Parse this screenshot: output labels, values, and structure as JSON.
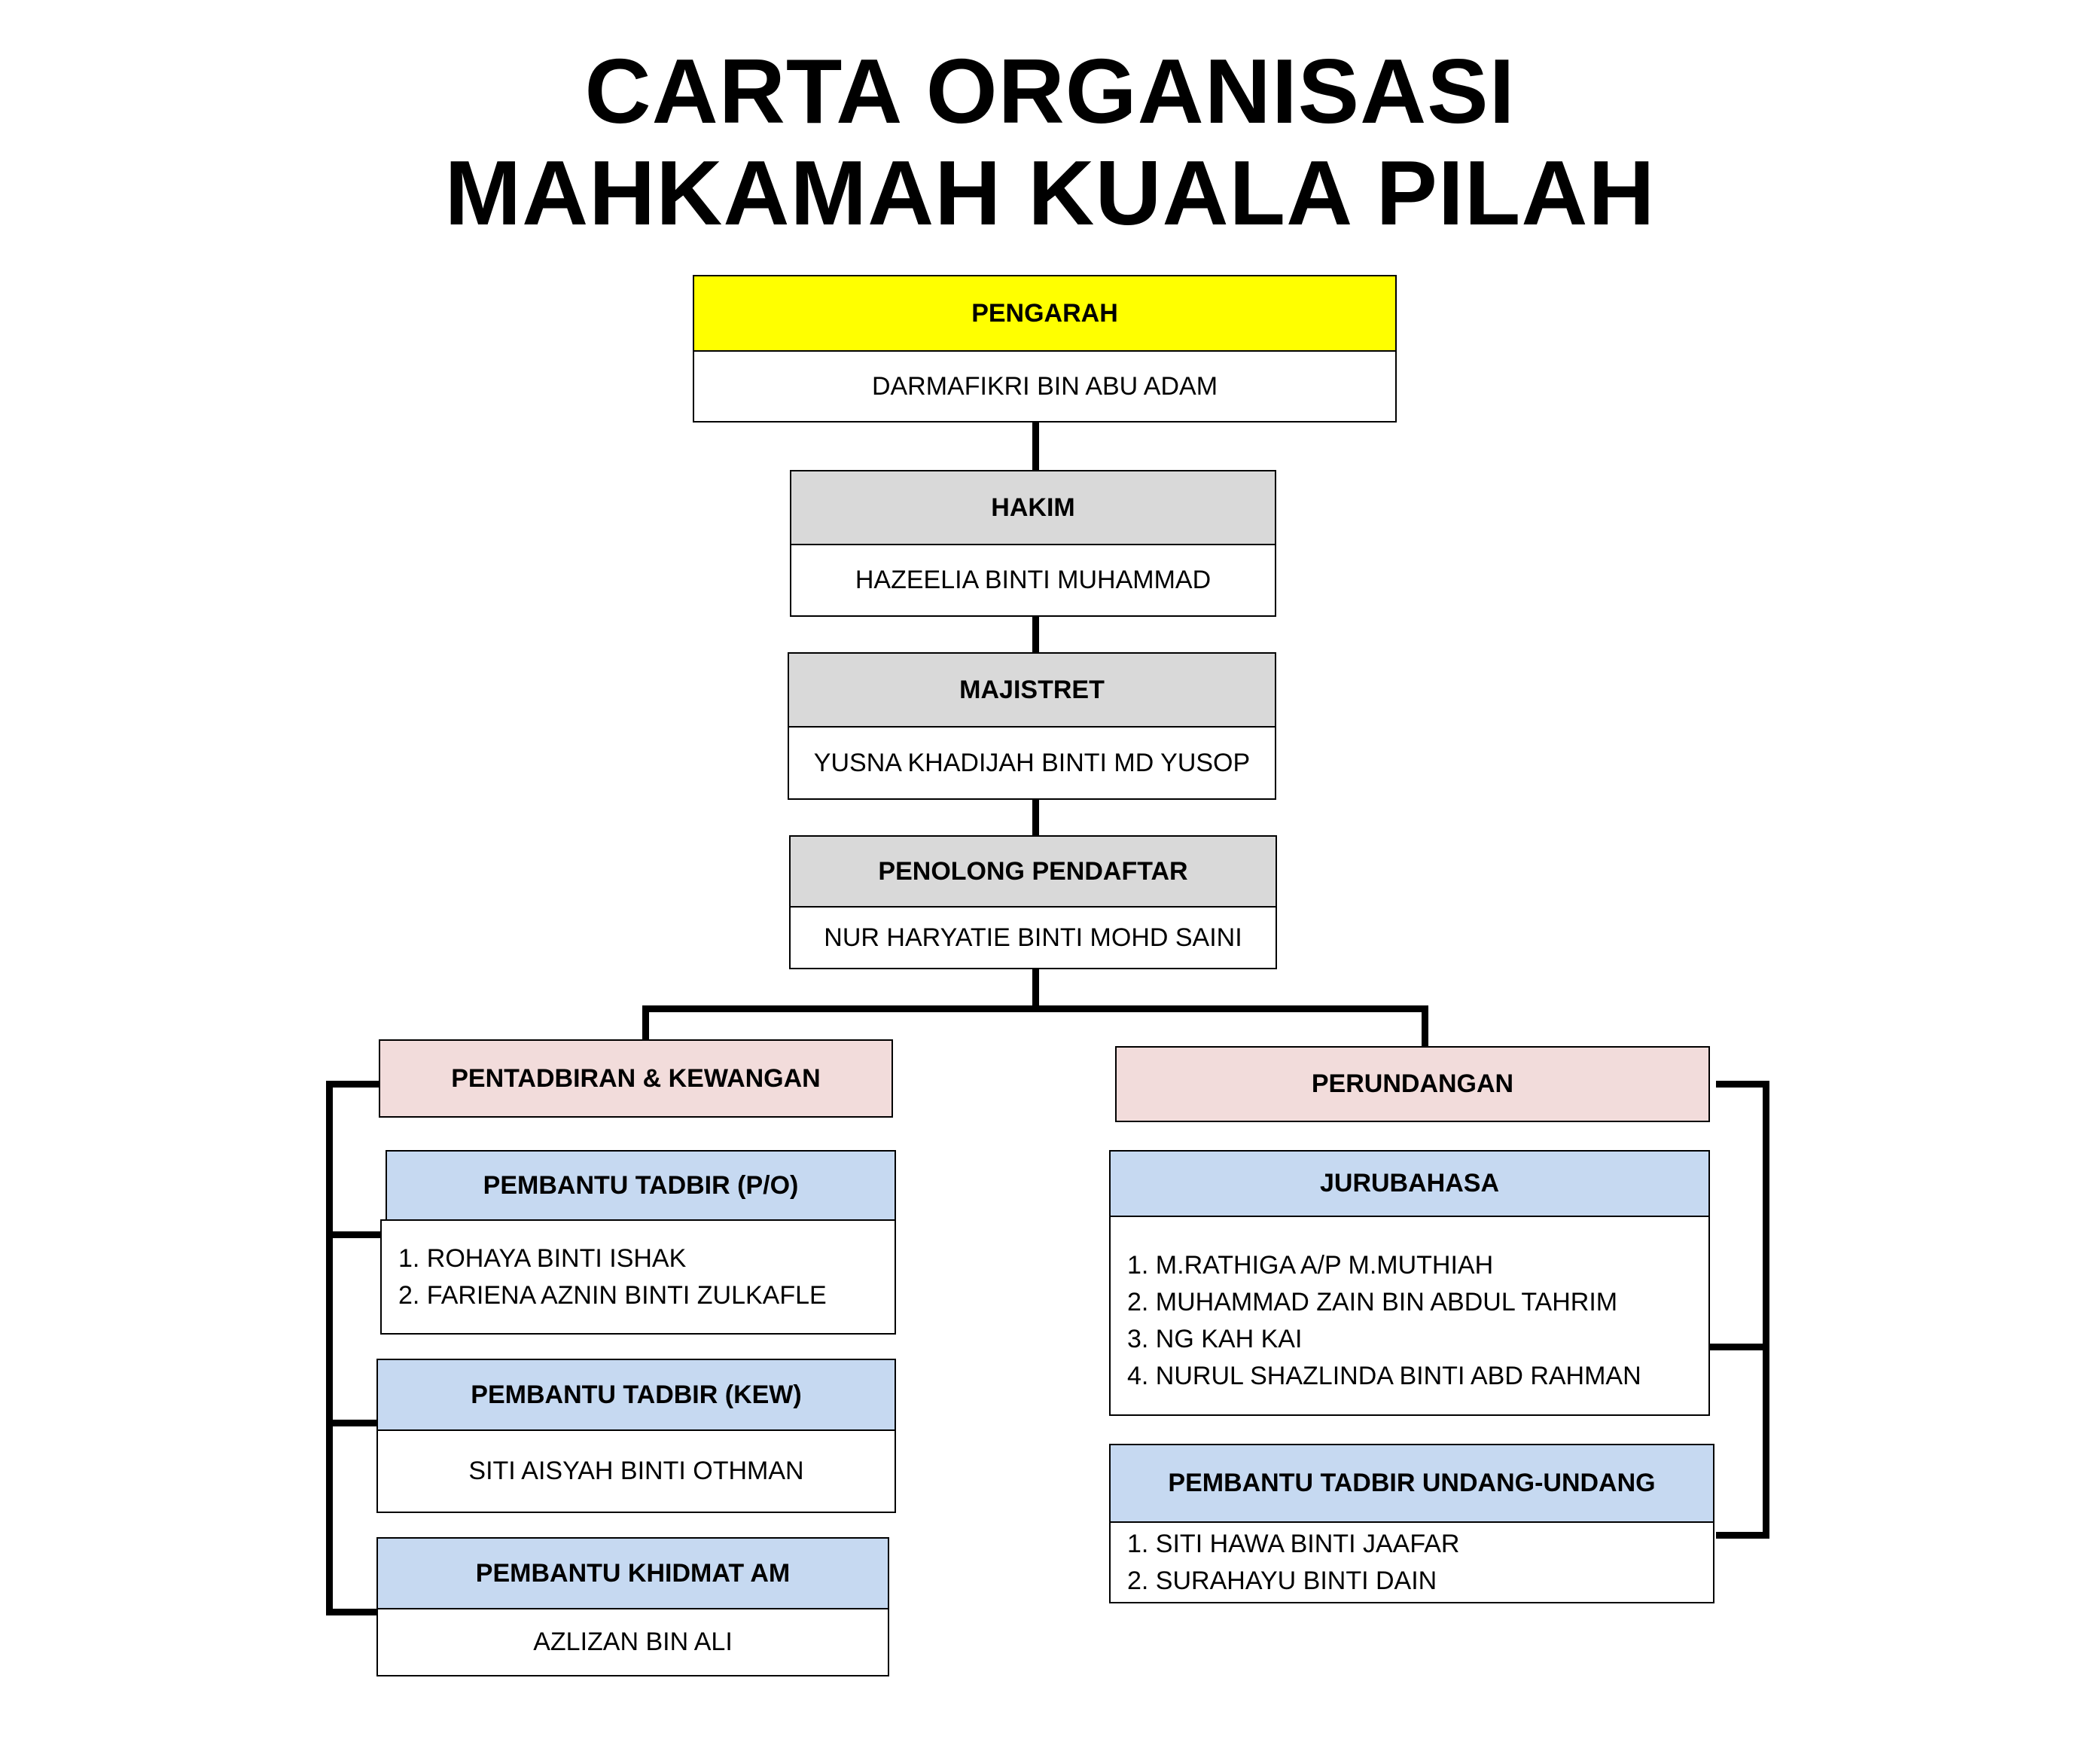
{
  "title": {
    "line1": "CARTA ORGANISASI",
    "line2": "MAHKAMAH KUALA PILAH"
  },
  "colors": {
    "pengarah": "#ffff00",
    "senior": "#d9d9d9",
    "department": "#f2dcdb",
    "unit": "#c6d9f1",
    "connector": "#000000"
  },
  "pengarah": {
    "role": "PENGARAH",
    "name": "DARMAFIKRI BIN ABU ADAM"
  },
  "hakim": {
    "role": "HAKIM",
    "name": "HAZEELIA BINTI MUHAMMAD"
  },
  "majistret": {
    "role": "MAJISTRET",
    "name": "YUSNA KHADIJAH BINTI MD YUSOP"
  },
  "penolong": {
    "role": "PENOLONG PENDAFTAR",
    "name": "NUR HARYATIE BINTI MOHD SAINI"
  },
  "left_dept": {
    "label": "PENTADBIRAN & KEWANGAN",
    "units": [
      {
        "role": "PEMBANTU TADBIR (P/O)",
        "names": [
          "1. ROHAYA BINTI ISHAK",
          "2. FARIENA AZNIN BINTI ZULKAFLE"
        ]
      },
      {
        "role": "PEMBANTU TADBIR (KEW)",
        "name": "SITI AISYAH BINTI OTHMAN"
      },
      {
        "role": "PEMBANTU KHIDMAT AM",
        "name": "AZLIZAN BIN ALI"
      }
    ]
  },
  "right_dept": {
    "label": "PERUNDANGAN",
    "units": [
      {
        "role": "JURUBAHASA",
        "names": [
          "1. M.RATHIGA A/P M.MUTHIAH",
          "2. MUHAMMAD ZAIN BIN ABDUL TAHRIM",
          "3. NG KAH KAI",
          "4. NURUL SHAZLINDA BINTI ABD RAHMAN"
        ]
      },
      {
        "role": "PEMBANTU TADBIR UNDANG-UNDANG",
        "names": [
          "1. SITI HAWA BINTI JAAFAR",
          "2. SURAHAYU BINTI DAIN"
        ]
      }
    ]
  }
}
